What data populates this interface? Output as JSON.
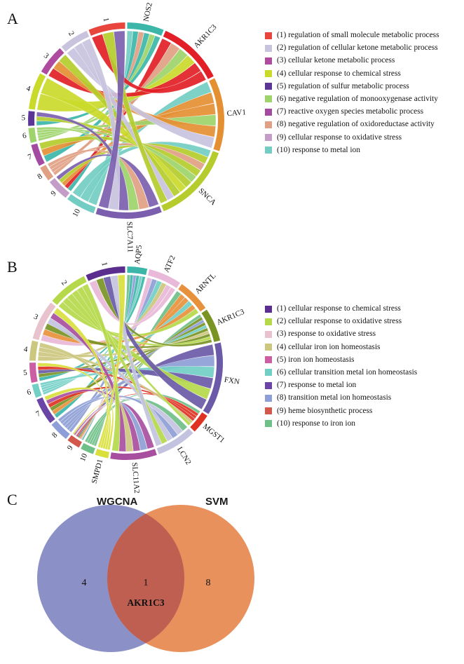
{
  "figure": {
    "panels": [
      "A",
      "B",
      "C"
    ]
  },
  "panelA": {
    "letter": "A",
    "type": "chord",
    "genes": [
      {
        "label": "NOS2",
        "color": "#3cb6a9",
        "value": 5
      },
      {
        "label": "AKR1C3",
        "color": "#e21e26",
        "value": 9
      },
      {
        "label": "CAV1",
        "color": "#e58f33",
        "value": 10
      },
      {
        "label": "SNCA",
        "color": "#b5cc2c",
        "value": 11
      },
      {
        "label": "SLC7A11",
        "color": "#7b5fae",
        "value": 9
      }
    ],
    "terms": [
      {
        "id": "1",
        "color": "#e8453c",
        "label": "regulation of small molecule metabolic process",
        "value": 5
      },
      {
        "id": "2",
        "color": "#c9c3de",
        "label": "regulation of cellular ketone metabolic process",
        "value": 4
      },
      {
        "id": "3",
        "color": "#ae4b9e",
        "label": "cellular ketone metabolic process",
        "value": 4
      },
      {
        "id": "4",
        "color": "#cada2a",
        "label": "cellular response to chemical stress",
        "value": 5
      },
      {
        "id": "5",
        "color": "#5b3697",
        "label": "regulation of sulfur metabolic process",
        "value": 2
      },
      {
        "id": "6",
        "color": "#9ed46b",
        "label": "negative regulation of monooxygenase activity",
        "value": 2
      },
      {
        "id": "7",
        "color": "#a24ba0",
        "label": "reactive oxygen species metabolic process",
        "value": 3
      },
      {
        "id": "8",
        "color": "#dfa083",
        "label": "negative regulation of oxidoreductase activity",
        "value": 2
      },
      {
        "id": "9",
        "color": "#c49cc8",
        "label": "cellular response to oxidative stress",
        "value": 3
      },
      {
        "id": "10",
        "color": "#73cdc2",
        "label": "response to metal ion",
        "value": 4
      }
    ],
    "legend_swatches": [
      "#e8453c",
      "#c9c3de",
      "#ae4b9e",
      "#cada2a",
      "#5b3697",
      "#9ed46b",
      "#a24ba0",
      "#dfa083",
      "#c49cc8",
      "#73cdc2"
    ],
    "legend_items": [
      "(1) regulation of small molecule metabolic process",
      "(2) regulation of cellular ketone metabolic process",
      "(3) cellular ketone metabolic process",
      "(4) cellular response to chemical stress",
      "(5) regulation of sulfur metabolic process",
      "(6) negative regulation of monooxygenase activity",
      "(7) reactive oxygen species metabolic process",
      "(8) negative regulation of oxidoreductase activity",
      "(9) cellular response to oxidative stress",
      "(10) response to metal ion"
    ]
  },
  "panelB": {
    "letter": "B",
    "type": "chord",
    "genes": [
      {
        "label": "AQP5",
        "color": "#3cb6a9",
        "value": 3
      },
      {
        "label": "ATF2",
        "color": "#e8b9d8",
        "value": 5
      },
      {
        "label": "ARNTL",
        "color": "#e8913c",
        "value": 5
      },
      {
        "label": "AKR1C3",
        "color": "#7a9424",
        "value": 5
      },
      {
        "label": "FXN",
        "color": "#6a5aa8",
        "value": 11
      },
      {
        "label": "MGST1",
        "color": "#e03223",
        "value": 3
      },
      {
        "label": "LCN2",
        "color": "#c3c3e0",
        "value": 6
      },
      {
        "label": "SLC11A2",
        "color": "#a74f9e",
        "value": 7
      },
      {
        "label": "SMPD1",
        "color": "#d9e03c",
        "value": 2
      }
    ],
    "terms": [
      {
        "id": "1",
        "color": "#5b2d8e",
        "label": "cellular response to chemical stress",
        "value": 6
      },
      {
        "id": "2",
        "color": "#b5d94a",
        "label": "cellular response to oxidative stress",
        "value": 6
      },
      {
        "id": "3",
        "color": "#e8c2cd",
        "label": "response to oxidative stress",
        "value": 6
      },
      {
        "id": "4",
        "color": "#ccc77e",
        "label": "cellular iron ion homeostasis",
        "value": 3
      },
      {
        "id": "5",
        "color": "#cc5fa4",
        "label": "iron ion homeostasis",
        "value": 3
      },
      {
        "id": "6",
        "color": "#72cfc6",
        "label": "cellular transition metal ion homeostasis",
        "value": 2
      },
      {
        "id": "7",
        "color": "#6b45a5",
        "label": "response to metal ion",
        "value": 4
      },
      {
        "id": "8",
        "color": "#8e9ed6",
        "label": "transition metal ion homeostasis",
        "value": 3
      },
      {
        "id": "9",
        "color": "#d3584c",
        "label": "heme biosynthetic process",
        "value": 2
      },
      {
        "id": "10",
        "color": "#6fbf88",
        "label": "response to iron ion",
        "value": 2
      }
    ],
    "legend_swatches": [
      "#5b2d8e",
      "#b5d94a",
      "#e8c2cd",
      "#ccc77e",
      "#cc5fa4",
      "#72cfc6",
      "#6b45a5",
      "#8e9ed6",
      "#d3584c",
      "#6fbf88"
    ],
    "legend_items": [
      "(1) cellular response to chemical stress",
      "(2) cellular response to oxidative stress",
      "(3) response to oxidative stress",
      "(4) cellular iron ion homeostasis",
      "(5) iron ion homeostasis",
      "(6) cellular transition metal ion homeostasis",
      "(7) response to metal ion",
      "(8) transition metal ion homeostasis",
      "(9) heme biosynthetic process",
      "(10) response to iron ion"
    ]
  },
  "panelC": {
    "letter": "C",
    "type": "venn",
    "left_title": "WGCNA",
    "right_title": "SVM",
    "left_title_color": "#2b46c8",
    "right_title_color": "#e8231a",
    "left_color": "#8b91c7",
    "right_color": "#e8915c",
    "overlap_color": "#bf5f52",
    "left_only": "4",
    "overlap": "1",
    "right_only": "8",
    "overlap_gene": "AKR1C3"
  }
}
